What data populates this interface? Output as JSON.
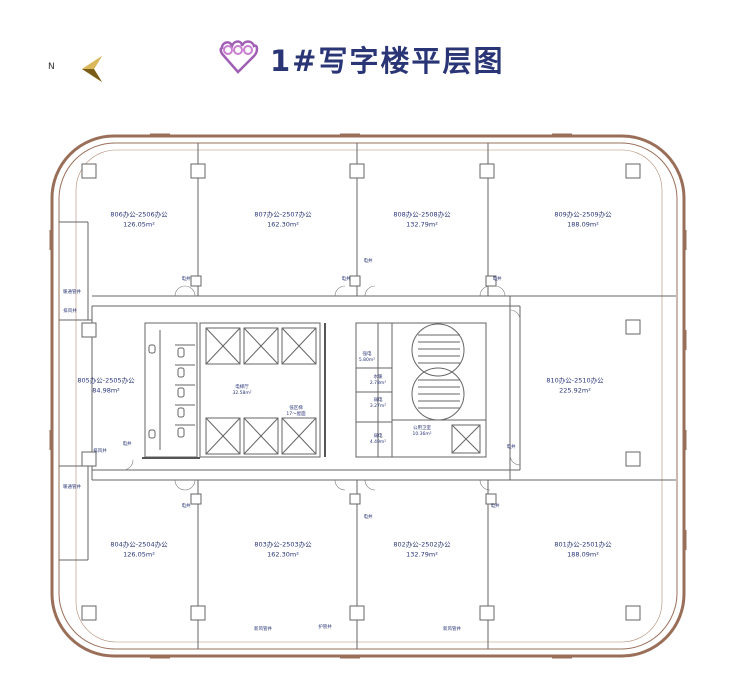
{
  "title": "1#写字楼平层图",
  "compass": {
    "label": "N"
  },
  "colors": {
    "title": "#2a3576",
    "wall": "#9a6f59",
    "line": "#666666",
    "logo": "#a05fb5"
  },
  "offices": [
    {
      "name": "806办公-2506办公",
      "area": "126.05m²"
    },
    {
      "name": "807办公-2507办公",
      "area": "162.30m²"
    },
    {
      "name": "808办公-2508办公",
      "area": "132.79m²"
    },
    {
      "name": "809办公-2509办公",
      "area": "188.09m²"
    },
    {
      "name": "805办公-2505办公",
      "area": "84.98m²"
    },
    {
      "name": "810办公-2510办公",
      "area": "225.92m²"
    },
    {
      "name": "804办公-2504办公",
      "area": "126.05m²"
    },
    {
      "name": "803办公-2503办公",
      "area": "162.30m²"
    },
    {
      "name": "802办公-2502办公",
      "area": "132.79m²"
    },
    {
      "name": "801办公-2501办公",
      "area": "188.09m²"
    }
  ],
  "core": {
    "elevator_hall": {
      "name": "电梯厅",
      "area": "32.58m²"
    },
    "elevator_note": {
      "line1": "低区梯",
      "line2": "17～屋面"
    },
    "strong_shaft": {
      "name": "强电",
      "area": "5.80m²"
    },
    "water_well": {
      "name": "水暖",
      "area": "2.78m²"
    },
    "weak1": {
      "name": "弱电",
      "area": "3.27m²"
    },
    "weak2": {
      "name": "弱电",
      "area": "4.49m²"
    },
    "public_toilet": {
      "name": "公用卫室",
      "area": "10.36m²"
    }
  },
  "small_labels": {
    "shaft": "电井",
    "plumbing": "暖通管井",
    "exhaust": "排风井",
    "pipe": "新风管井",
    "tube": "护管井"
  }
}
